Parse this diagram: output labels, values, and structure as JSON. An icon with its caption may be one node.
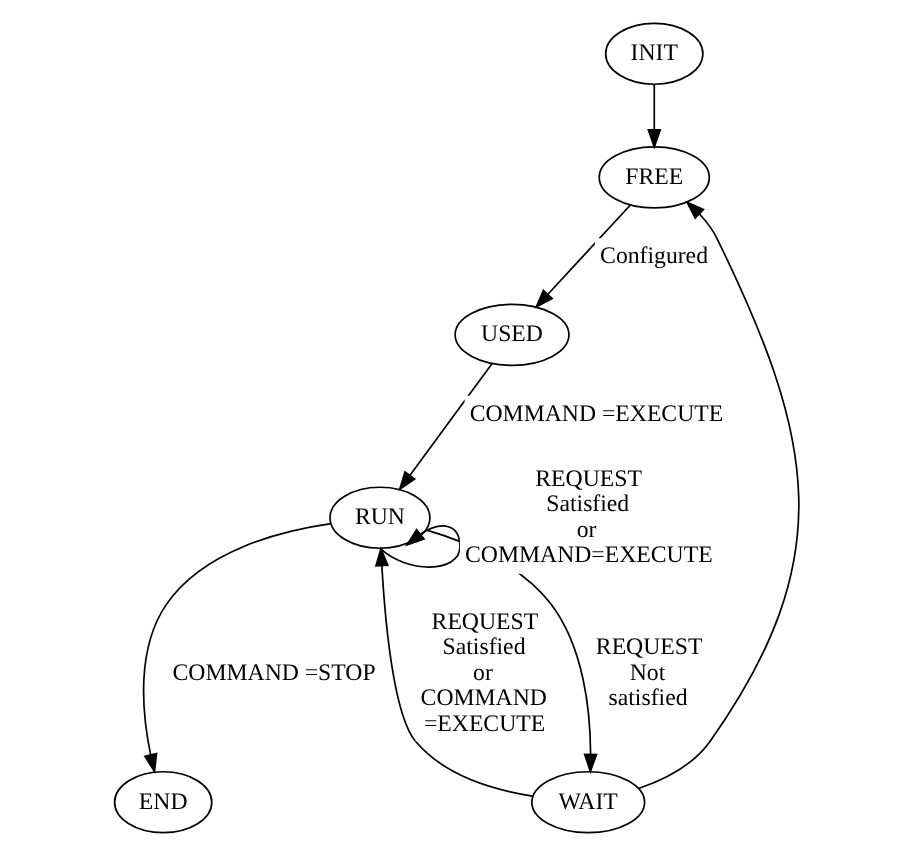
{
  "diagram": {
    "nodes": [
      {
        "text": [
          "INIT"
        ]
      },
      {
        "text": [
          "FREE"
        ]
      },
      {
        "text": [
          "WAIT"
        ]
      },
      {
        "text": [
          "USED"
        ]
      },
      {
        "text": [
          "RUN"
        ]
      },
      {
        "text": [
          "END"
        ]
      }
    ],
    "edges": [
      {
        "from": 0,
        "to": 1,
        "arrow": "to"
      },
      {
        "from": 1,
        "to": 3,
        "arrow": "to",
        "label": "Configured"
      },
      {
        "from": 2,
        "to": 1,
        "arrow": "to"
      },
      {
        "from": 2,
        "to": 4,
        "arrow": "to",
        "label": "REQUEST Satisfied or COMMAND =EXECUTE"
      },
      {
        "from": 3,
        "to": 4,
        "arrow": "to",
        "label": "COMMAND =EXECUTE"
      },
      {
        "from": 4,
        "to": 2,
        "arrow": "to",
        "label": "REQUEST Not satisfied"
      },
      {
        "from": 4,
        "to": 5,
        "arrow": "to",
        "label": "COMMAND =STOP"
      },
      {
        "from": 4,
        "to": 4,
        "arrow": "to",
        "label": "REQUEST Satisfied or COMMAND=EXECUTE"
      }
    ]
  }
}
